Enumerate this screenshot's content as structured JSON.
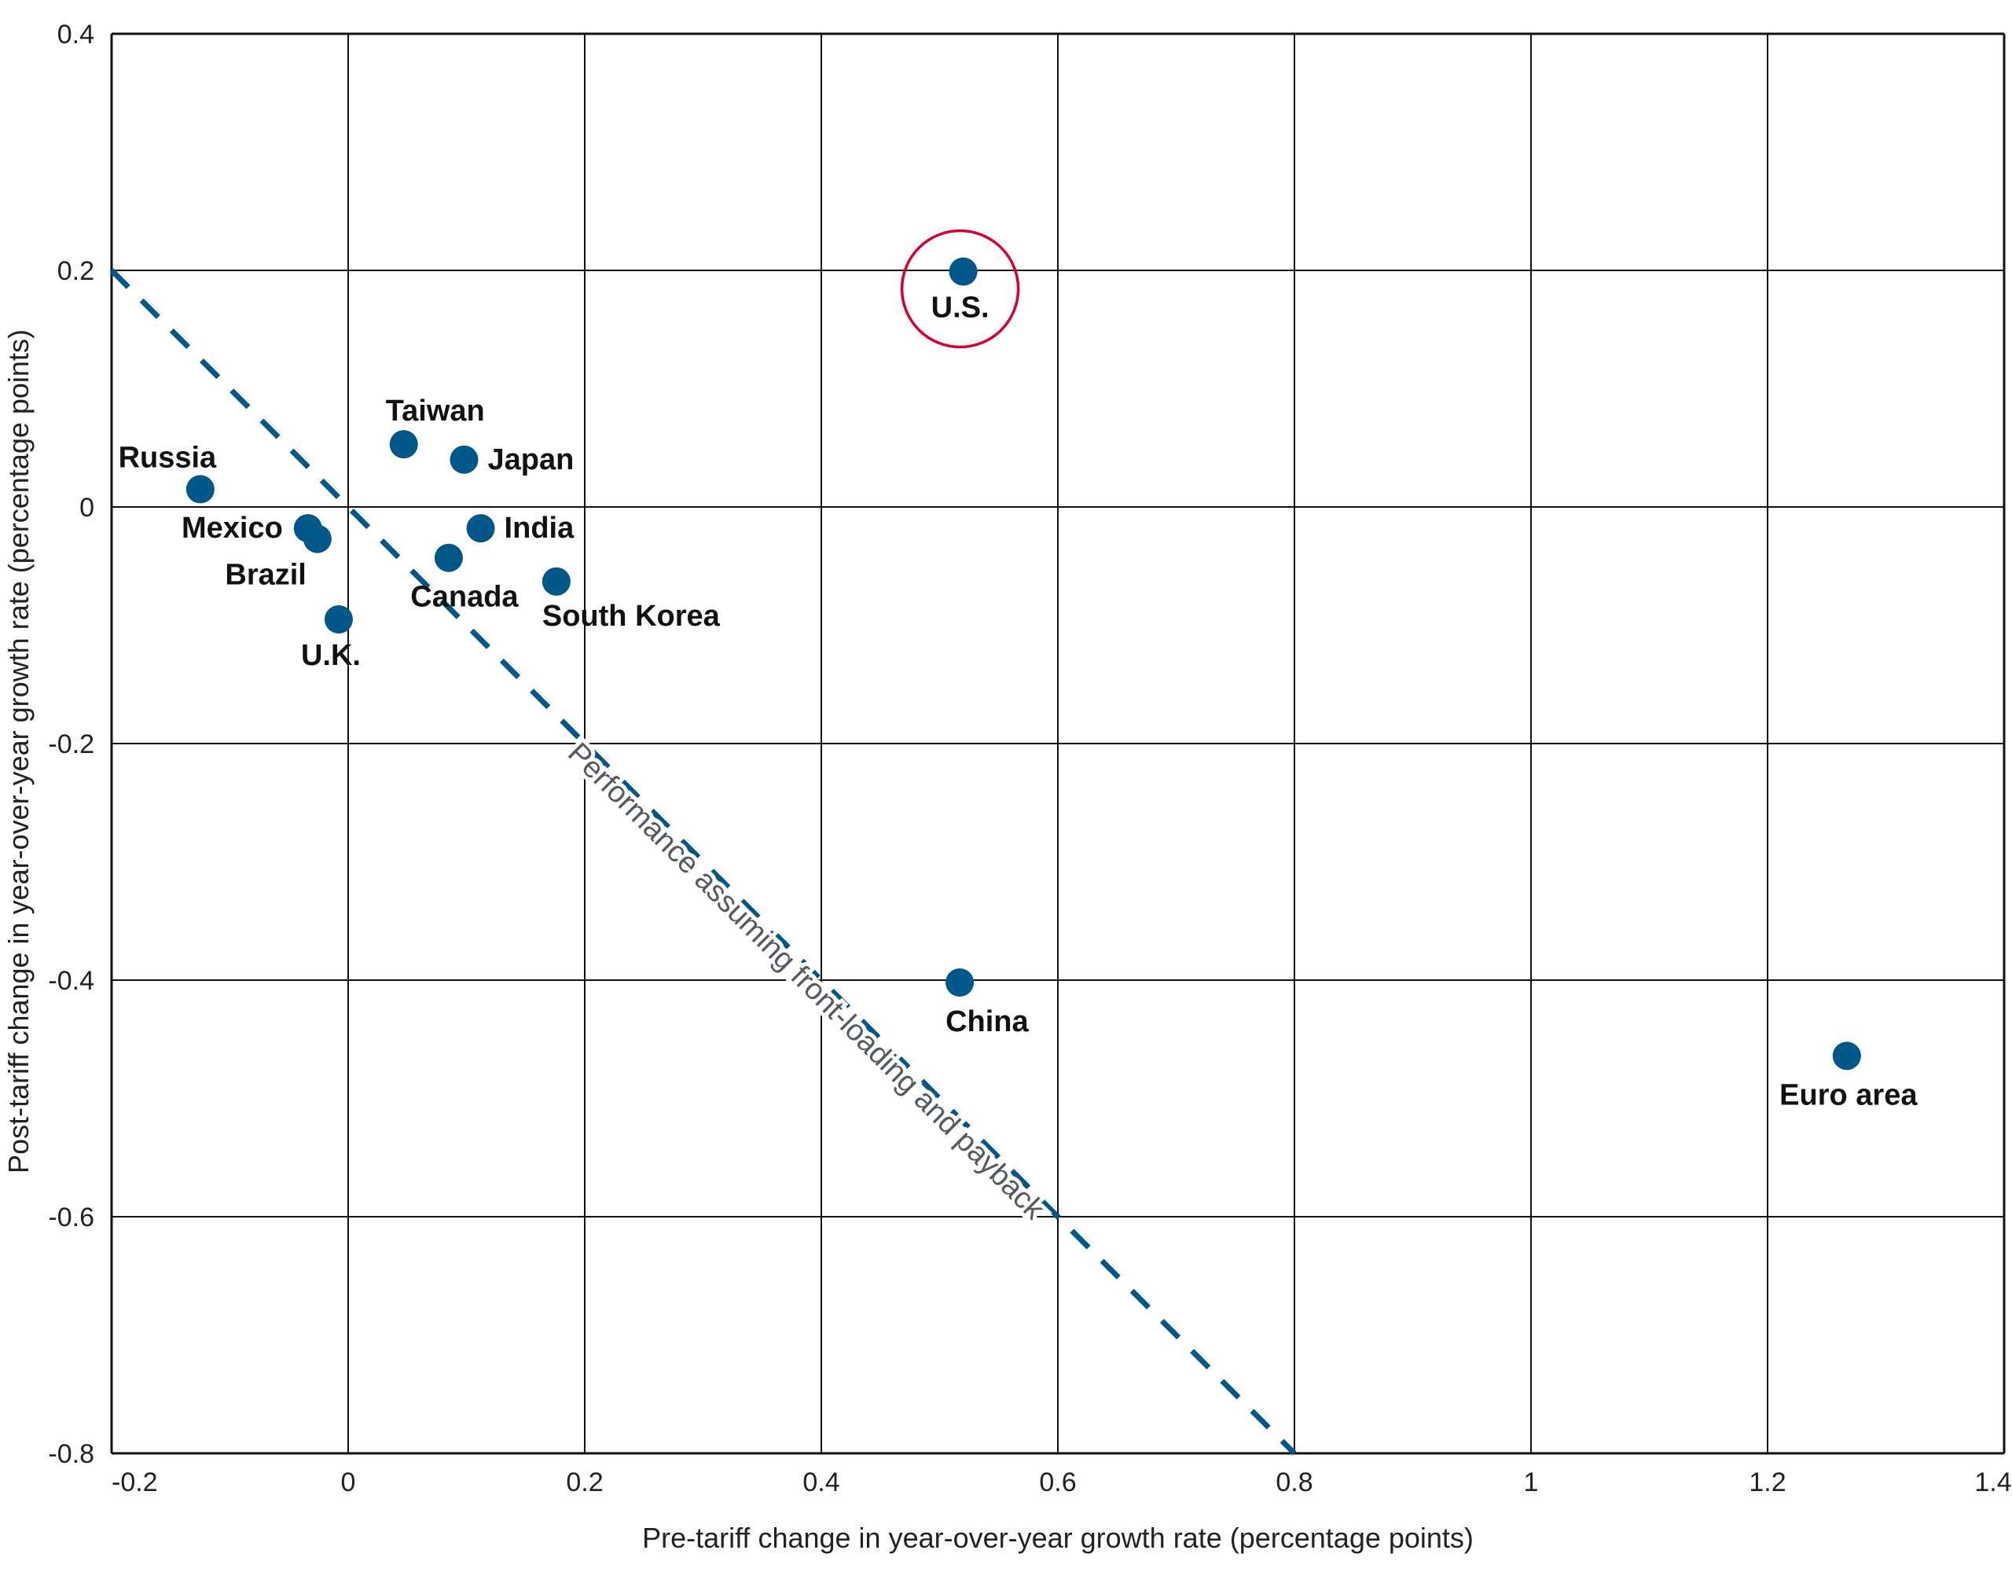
{
  "chart_data": {
    "type": "scatter",
    "title": "",
    "xlabel": "Pre-tariff change in year-over-year growth rate (percentage points)",
    "ylabel": "Post-tariff change in year-over-year growth rate (percentage points)",
    "xlim": [
      -0.2,
      1.4
    ],
    "ylim": [
      -0.8,
      0.4
    ],
    "grid": true,
    "xticks": [
      -0.2,
      0,
      0.2,
      0.4,
      0.6,
      0.8,
      1,
      1.2,
      1.4
    ],
    "xtick_labels": [
      "-0.2",
      "0",
      "0.2",
      "0.4",
      "0.6",
      "0.8",
      "1",
      "1.2",
      "1.4"
    ],
    "yticks": [
      0.4,
      0.2,
      0,
      -0.2,
      -0.4,
      -0.6,
      -0.8
    ],
    "ytick_labels": [
      "0.4",
      "0.2",
      "0",
      "-0.2",
      "-0.4",
      "-0.6",
      "-0.8"
    ],
    "point_color": "#00578a",
    "highlight_color": "#d9002e",
    "annotation_color": "#555a60",
    "points": [
      {
        "label": "Russia",
        "x": -0.125,
        "y": 0.015,
        "label_pos": "above-left"
      },
      {
        "label": "Taiwan",
        "x": 0.047,
        "y": 0.053,
        "label_pos": "above"
      },
      {
        "label": "Japan",
        "x": 0.098,
        "y": 0.04,
        "label_pos": "right"
      },
      {
        "label": "Mexico",
        "x": -0.034,
        "y": -0.018,
        "label_pos": "left"
      },
      {
        "label": "Brazil",
        "x": -0.026,
        "y": -0.027,
        "label_pos": "below-left"
      },
      {
        "label": "India",
        "x": 0.112,
        "y": -0.018,
        "label_pos": "right"
      },
      {
        "label": "Canada",
        "x": 0.085,
        "y": -0.043,
        "label_pos": "below"
      },
      {
        "label": "South Korea",
        "x": 0.176,
        "y": -0.063,
        "label_pos": "below-right"
      },
      {
        "label": "U.K.",
        "x": -0.008,
        "y": -0.095,
        "label_pos": "below"
      },
      {
        "label": "U.S.",
        "x": 0.52,
        "y": 0.199,
        "label_pos": "below",
        "highlighted": true
      },
      {
        "label": "China",
        "x": 0.517,
        "y": -0.402,
        "label_pos": "below-right"
      },
      {
        "label": "Euro area",
        "x": 1.267,
        "y": -0.464,
        "label_pos": "below"
      }
    ],
    "reference_line": {
      "label": "Performance assuming front-loading and payback",
      "from": [
        -0.2,
        0.2
      ],
      "to": [
        0.8,
        -0.8
      ],
      "style": "dashed"
    }
  }
}
